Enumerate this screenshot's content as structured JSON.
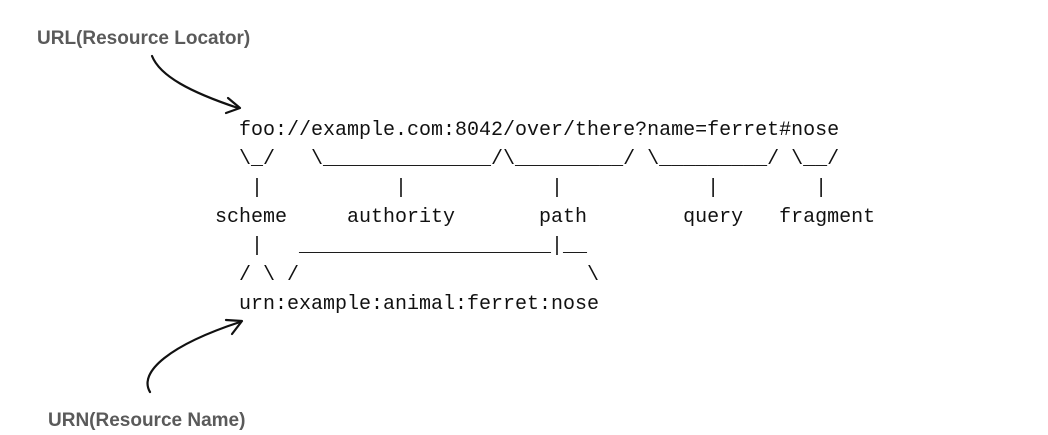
{
  "labels": {
    "url_title": "URL(Resource Locator)",
    "urn_title": "URN(Resource Name)"
  },
  "diagram_lines": [
    "  foo://example.com:8042/over/there?name=ferret#nose",
    "  \\_/   \\______________/\\_________/ \\_________/ \\__/",
    "   |           |            |            |        |",
    "scheme     authority       path        query   fragment",
    "   |   _____________________|__",
    "  / \\ /                        \\",
    "  urn:example:animal:ferret:nose"
  ],
  "colors": {
    "callout_text": "#5a5a5a",
    "diagram_text": "#111111",
    "arrow": "#111111"
  }
}
